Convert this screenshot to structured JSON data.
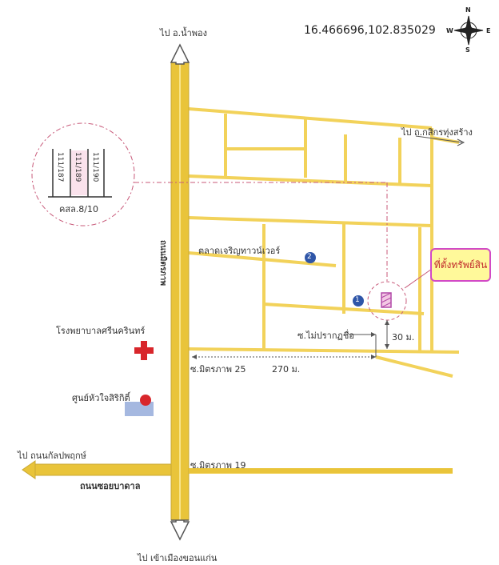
{
  "coordinates": "16.466696,102.835029",
  "compass": {
    "n": "N",
    "s": "S",
    "e": "E",
    "w": "W"
  },
  "directions": {
    "north": "ไป อ.น้ำพอง",
    "south": "ไป เข้าเมืองขอนแก่น",
    "east": "ไป ถ.กสิกรทุ่งสร้าง",
    "west": "ไป ถนนกัลปพฤกษ์"
  },
  "roads": {
    "main_vertical": "ถนนมิตรภาพ",
    "main_horizontal": "ถนนซอยบาดาล",
    "soi_25": "ซ.มิตรภาพ 25",
    "soi_19": "ซ.มิตรภาพ 19",
    "unnamed_soi": "ซ.ไม่ปรากฏชื่อ"
  },
  "places": {
    "market": "ตลาดเจริญทาวน์เวอร์",
    "hospital": "โรงพยาบาลศรีนครินทร์",
    "heart_center": "ศูนย์หัวใจสิริกิติ์",
    "property_label": "ที่ตั้งทรัพย์สิน"
  },
  "markers": {
    "one": "1",
    "two": "2"
  },
  "distances": {
    "along_soi": "270 ม.",
    "from_soi": "30 ม."
  },
  "inset": {
    "plots": [
      "111/187",
      "111/189",
      "111/190"
    ],
    "title": "คสล.8/10"
  },
  "colors": {
    "road": "#f2d25a",
    "road_edge": "#c9a834",
    "main_road": "#e9c43a",
    "dash": "#c85a7a",
    "marker": "#2f56a8",
    "property": "#b24aa8"
  }
}
